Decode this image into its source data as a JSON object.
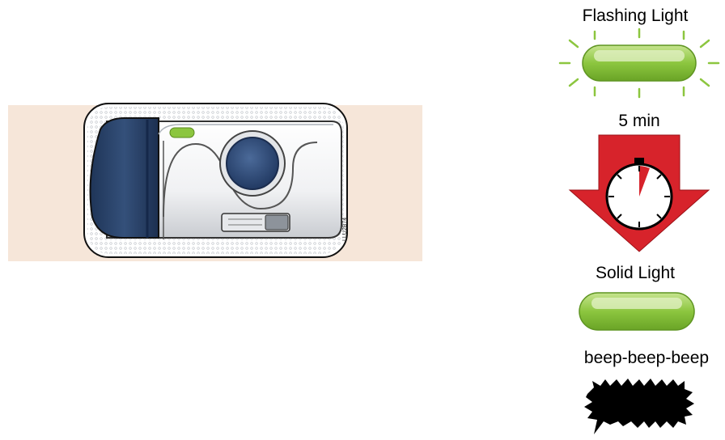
{
  "labels": {
    "flashing_light": "Flashing Light",
    "wait_time": "5 min",
    "solid_light": "Solid Light",
    "beep": "beep-beep-beep"
  },
  "device": {
    "vertical_code": "LLU2B74"
  },
  "icons": {
    "device": "autoinjector-device-icon",
    "flash": "flashing-green-light-icon",
    "timer": "stopwatch-arrow-icon",
    "solid": "solid-green-light-icon",
    "sound": "beep-burst-icon"
  },
  "colors": {
    "light_green": "#8cc63f",
    "arrow_red": "#d7232b",
    "device_navy": "#2f4a72",
    "skin": "#f6e6d9"
  }
}
